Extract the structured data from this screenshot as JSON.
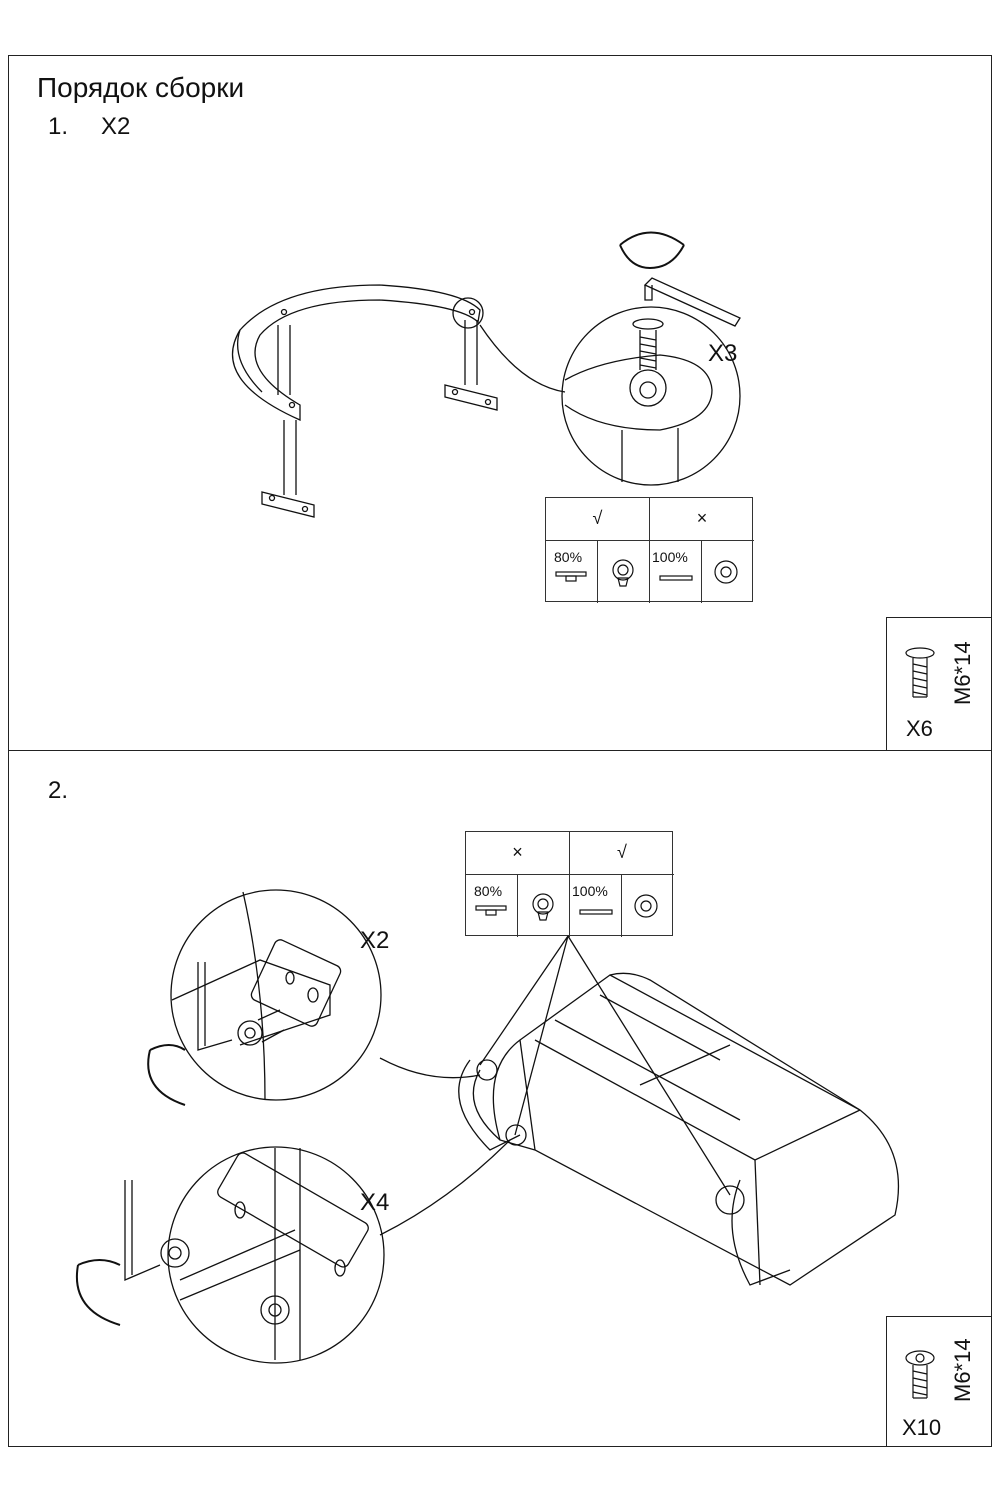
{
  "title": "Порядок сборки",
  "step1": {
    "number": "1.",
    "count": "X2",
    "detail_count": "X3",
    "check_table": {
      "left_symbol": "√",
      "right_symbol": "×",
      "left_percent": "80%",
      "right_percent": "100%"
    },
    "hardware": {
      "size": "M6*14",
      "quantity": "X6"
    }
  },
  "step2": {
    "number": "2.",
    "detail1_count": "X2",
    "detail2_count": "X4",
    "check_table": {
      "left_symbol": "×",
      "right_symbol": "√",
      "left_percent": "80%",
      "right_percent": "100%"
    },
    "hardware": {
      "size": "M6*14",
      "quantity": "X10"
    }
  }
}
